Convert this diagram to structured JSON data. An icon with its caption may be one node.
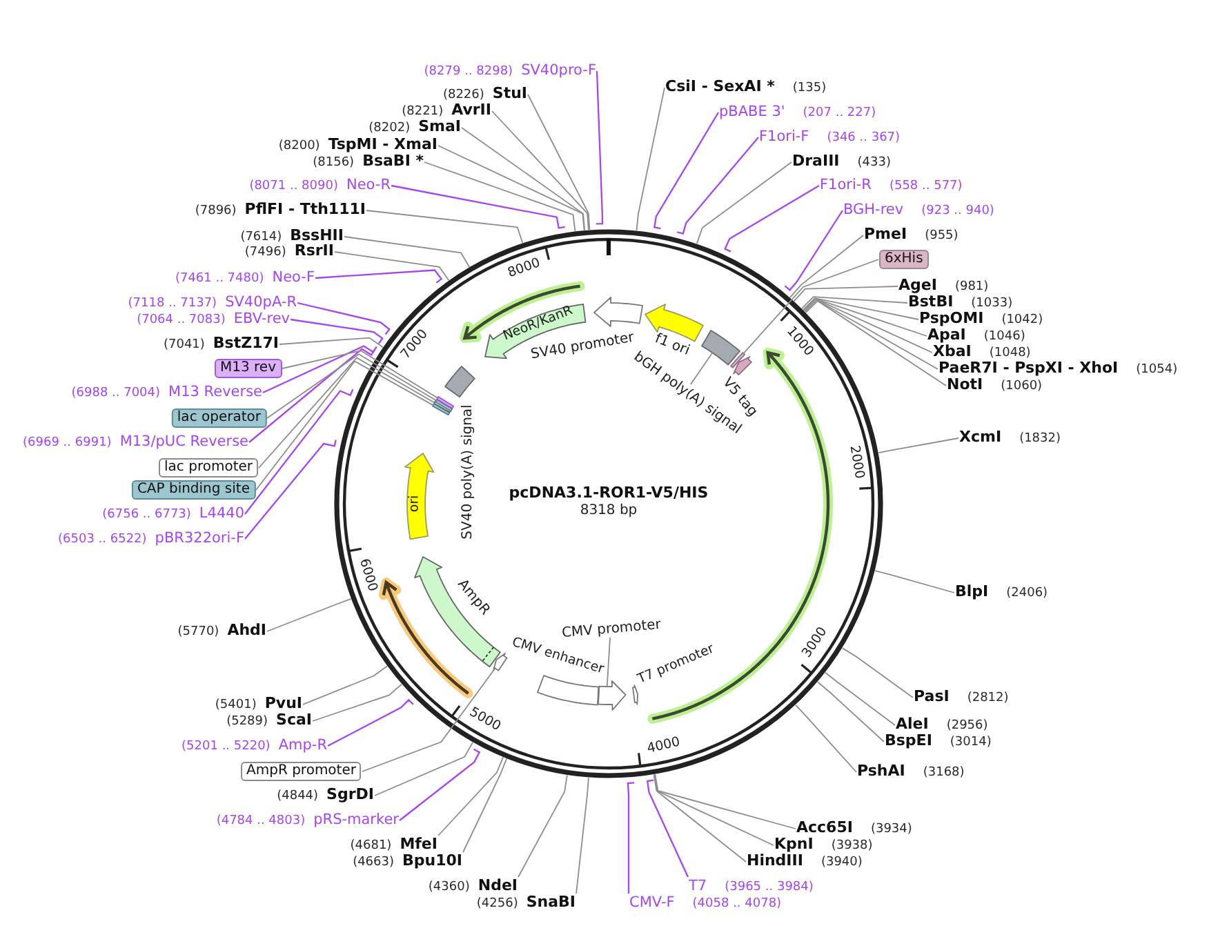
{
  "diagram": {
    "nodes": [
      {
        "text": [
          "pcDNA3.1-ROR1-V5/HIS",
          "8318 bp"
        ]
      },
      {
        "text": [],
        "shape": "arrow",
        "in": 0,
        "beside": [
          "SV40 promoter"
        ]
      },
      {
        "text": [],
        "shape": "arrow",
        "in": 0,
        "beside": [
          "f1 ori"
        ]
      },
      {
        "text": [],
        "shape": "box",
        "in": 0
      },
      {
        "text": [
          "bGH poly(A) signal"
        ],
        "in": 0
      },
      {
        "text": [],
        "shape": "bar",
        "in": 0
      },
      {
        "text": [],
        "shape": "arrow",
        "in": 0,
        "beside": [
          "V5 tag"
        ]
      },
      {
        "text": [],
        "shape": "arrow",
        "in": 0,
        "beside": [
          "T7 promoter"
        ]
      },
      {
        "text": [],
        "shape": "arrow",
        "in": 0
      },
      {
        "text": [
          "CMV promoter"
        ],
        "in": 0
      },
      {
        "text": [],
        "shape": "box",
        "in": 0,
        "beside": [
          "CMV enhancer"
        ]
      },
      {
        "text": [],
        "shape": "arrow",
        "in": 0
      },
      {
        "text": [],
        "shape": "arrow",
        "in": 0,
        "beside": [
          "AmpR"
        ]
      },
      {
        "text": [
          "ori"
        ],
        "in": 0
      },
      {
        "text": [],
        "shape": "bar",
        "in": 0
      },
      {
        "text": [],
        "shape": "bar",
        "in": 0
      },
      {
        "text": [],
        "shape": "bar",
        "in": 0
      },
      {
        "text": [],
        "shape": "bar",
        "in": 0
      },
      {
        "text": [],
        "shape": "box",
        "in": 0,
        "beside": [
          "SV40 poly(A) signal"
        ]
      },
      {
        "text": [
          "NeoR/KanR"
        ],
        "in": 0
      },
      {
        "text": [
          "CsiI - SexAI *",
          "(135)"
        ]
      },
      {
        "text": [
          "pBABE 3'",
          "(207 .. 227)"
        ]
      },
      {
        "text": [
          "F1ori-F",
          "(346 .. 367)"
        ]
      },
      {
        "text": [
          "DraIII",
          "(433)"
        ]
      },
      {
        "text": [
          "F1ori-R",
          "(558 .. 577)"
        ]
      },
      {
        "text": [
          "BGH-rev",
          "(923 .. 940)"
        ]
      },
      {
        "text": [
          "PmeI",
          "(955)"
        ]
      },
      {
        "text": [
          "6xHis"
        ]
      },
      {
        "text": [
          "AgeI",
          "(981)"
        ]
      },
      {
        "text": [
          "BstBI",
          "(1033)"
        ]
      },
      {
        "text": [
          "PspOMI",
          "(1042)"
        ]
      },
      {
        "text": [
          "ApaI",
          "(1046)"
        ]
      },
      {
        "text": [
          "XbaI",
          "(1048)"
        ]
      },
      {
        "text": [
          "PaeR7I - PspXI - XhoI",
          "(1054)"
        ]
      },
      {
        "text": [
          "NotI",
          "(1060)"
        ]
      },
      {
        "text": [
          "XcmI",
          "(1832)"
        ]
      },
      {
        "text": [
          "BlpI",
          "(2406)"
        ]
      },
      {
        "text": [
          "PasI",
          "(2812)"
        ]
      },
      {
        "text": [
          "AleI",
          "(2956)"
        ]
      },
      {
        "text": [
          "BspEI",
          "(3014)"
        ]
      },
      {
        "text": [
          "PshAI",
          "(3168)"
        ]
      },
      {
        "text": [
          "Acc65I",
          "(3934)"
        ]
      },
      {
        "text": [
          "KpnI",
          "(3938)"
        ]
      },
      {
        "text": [
          "HindIII",
          "(3940)"
        ]
      },
      {
        "text": [
          "T7",
          "(3965 .. 3984)"
        ]
      },
      {
        "text": [
          "CMV-F",
          "(4058 .. 4078)"
        ]
      },
      {
        "text": [
          "(4256)",
          "SnaBI"
        ]
      },
      {
        "text": [
          "(4360)",
          "NdeI"
        ]
      },
      {
        "text": [
          "(4663)",
          "Bpu10I"
        ]
      },
      {
        "text": [
          "(4681)",
          "MfeI"
        ]
      },
      {
        "text": [
          "(4784 .. 4803)",
          "pRS-marker"
        ]
      },
      {
        "text": [
          "(4844)",
          "SgrDI"
        ]
      },
      {
        "text": [
          "AmpR promoter"
        ]
      },
      {
        "text": [
          "(5201 .. 5220)",
          "Amp-R"
        ]
      },
      {
        "text": [
          "(5289)",
          "ScaI"
        ]
      },
      {
        "text": [
          "(5401)",
          "PvuI"
        ]
      },
      {
        "text": [
          "(5770)",
          "AhdI"
        ]
      },
      {
        "text": [
          "(6503 .. 6522)",
          "pBR322ori-F"
        ]
      },
      {
        "text": [
          "(6756 .. 6773)",
          "L4440"
        ]
      },
      {
        "text": [
          "CAP binding site"
        ]
      },
      {
        "text": [
          "lac promoter"
        ]
      },
      {
        "text": [
          "(6969 .. 6991)",
          "M13/pUC Reverse"
        ]
      },
      {
        "text": [
          "lac operator"
        ]
      },
      {
        "text": [
          "(6988 .. 7004)",
          "M13 Reverse"
        ]
      },
      {
        "text": [
          "M13 rev"
        ]
      },
      {
        "text": [
          "(7041)",
          "BstZ17I"
        ]
      },
      {
        "text": [
          "(7064 .. 7083)",
          "EBV-rev"
        ]
      },
      {
        "text": [
          "(7118 .. 7137)",
          "SV40pA-R"
        ]
      },
      {
        "text": [
          "(7461 .. 7480)",
          "Neo-F"
        ]
      },
      {
        "text": [
          "(7496)",
          "RsrII"
        ]
      },
      {
        "text": [
          "(7614)",
          "BssHII"
        ]
      },
      {
        "text": [
          "(7896)",
          "PflFI - Tth111I"
        ]
      },
      {
        "text": [
          "(8071 .. 8090)",
          "Neo-R"
        ]
      },
      {
        "text": [
          "(8156)",
          "BsaBI *"
        ]
      },
      {
        "text": [
          "(8200)",
          "TspMI - XmaI"
        ]
      },
      {
        "text": [
          "(8202)",
          "SmaI"
        ]
      },
      {
        "text": [
          "(8221)",
          "AvrII"
        ]
      },
      {
        "text": [
          "(8226)",
          "StuI"
        ]
      },
      {
        "text": [
          "(8279 .. 8298)",
          "SV40pro-F"
        ]
      }
    ],
    "edges": [
      {
        "from": 4,
        "to": 3,
        "arrow": "none"
      },
      {
        "from": 9,
        "to": 8,
        "arrow": "none"
      },
      {
        "from": 20,
        "to": 0,
        "arrow": "none"
      },
      {
        "from": 21,
        "to": 0,
        "arrow": "none",
        "color": "#a646f2"
      },
      {
        "from": 22,
        "to": 0,
        "arrow": "none",
        "color": "#a646f2"
      },
      {
        "from": 23,
        "to": 0,
        "arrow": "none"
      },
      {
        "from": 24,
        "to": 0,
        "arrow": "none",
        "color": "#a646f2"
      },
      {
        "from": 25,
        "to": 0,
        "arrow": "none",
        "color": "#a646f2"
      },
      {
        "from": 26,
        "to": 0,
        "arrow": "none"
      },
      {
        "from": 27,
        "to": 5,
        "arrow": "none"
      },
      {
        "from": 28,
        "to": 0,
        "arrow": "none"
      },
      {
        "from": 29,
        "to": 0,
        "arrow": "none"
      },
      {
        "from": 30,
        "to": 0,
        "arrow": "none"
      },
      {
        "from": 31,
        "to": 0,
        "arrow": "none"
      },
      {
        "from": 32,
        "to": 0,
        "arrow": "none"
      },
      {
        "from": 33,
        "to": 0,
        "arrow": "none"
      },
      {
        "from": 34,
        "to": 0,
        "arrow": "none"
      },
      {
        "from": 35,
        "to": 0,
        "arrow": "none"
      },
      {
        "from": 36,
        "to": 0,
        "arrow": "none"
      },
      {
        "from": 37,
        "to": 0,
        "arrow": "none"
      },
      {
        "from": 38,
        "to": 0,
        "arrow": "none"
      },
      {
        "from": 39,
        "to": 0,
        "arrow": "none"
      },
      {
        "from": 40,
        "to": 0,
        "arrow": "none"
      },
      {
        "from": 41,
        "to": 0,
        "arrow": "none"
      },
      {
        "from": 42,
        "to": 0,
        "arrow": "none"
      },
      {
        "from": 43,
        "to": 0,
        "arrow": "none"
      },
      {
        "from": 44,
        "to": 0,
        "arrow": "none",
        "color": "#a646f2"
      },
      {
        "from": 45,
        "to": 0,
        "arrow": "none",
        "color": "#a646f2"
      },
      {
        "from": 46,
        "to": 0,
        "arrow": "none"
      },
      {
        "from": 47,
        "to": 0,
        "arrow": "none"
      },
      {
        "from": 48,
        "to": 0,
        "arrow": "none"
      },
      {
        "from": 49,
        "to": 0,
        "arrow": "none"
      },
      {
        "from": 50,
        "to": 0,
        "arrow": "none",
        "color": "#a646f2"
      },
      {
        "from": 51,
        "to": 0,
        "arrow": "none"
      },
      {
        "from": 52,
        "to": 11,
        "arrow": "none"
      },
      {
        "from": 53,
        "to": 0,
        "arrow": "none",
        "color": "#a646f2"
      },
      {
        "from": 54,
        "to": 0,
        "arrow": "none"
      },
      {
        "from": 55,
        "to": 0,
        "arrow": "none"
      },
      {
        "from": 56,
        "to": 0,
        "arrow": "none"
      },
      {
        "from": 57,
        "to": 0,
        "arrow": "none",
        "color": "#a646f2"
      },
      {
        "from": 58,
        "to": 0,
        "arrow": "none",
        "color": "#a646f2"
      },
      {
        "from": 59,
        "to": 14,
        "arrow": "none"
      },
      {
        "from": 60,
        "to": 15,
        "arrow": "none"
      },
      {
        "from": 61,
        "to": 0,
        "arrow": "none",
        "color": "#a646f2"
      },
      {
        "from": 62,
        "to": 16,
        "arrow": "none"
      },
      {
        "from": 63,
        "to": 0,
        "arrow": "none",
        "color": "#a646f2"
      },
      {
        "from": 64,
        "to": 17,
        "arrow": "none"
      },
      {
        "from": 65,
        "to": 0,
        "arrow": "none"
      },
      {
        "from": 66,
        "to": 0,
        "arrow": "none",
        "color": "#a646f2"
      },
      {
        "from": 67,
        "to": 0,
        "arrow": "none",
        "color": "#a646f2"
      },
      {
        "from": 68,
        "to": 0,
        "arrow": "none",
        "color": "#a646f2"
      },
      {
        "from": 69,
        "to": 0,
        "arrow": "none"
      },
      {
        "from": 70,
        "to": 0,
        "arrow": "none"
      },
      {
        "from": 71,
        "to": 0,
        "arrow": "none"
      },
      {
        "from": 72,
        "to": 0,
        "arrow": "none",
        "color": "#a646f2"
      },
      {
        "from": 73,
        "to": 0,
        "arrow": "none"
      },
      {
        "from": 74,
        "to": 0,
        "arrow": "none"
      },
      {
        "from": 75,
        "to": 0,
        "arrow": "none"
      },
      {
        "from": 76,
        "to": 0,
        "arrow": "none"
      },
      {
        "from": 77,
        "to": 0,
        "arrow": "none"
      },
      {
        "from": 78,
        "to": 0,
        "arrow": "none",
        "color": "#a646f2"
      }
    ],
    "labels": [
      "1000",
      "2000",
      "3000",
      "4000",
      "5000",
      "6000",
      "7000",
      "8000"
    ]
  }
}
